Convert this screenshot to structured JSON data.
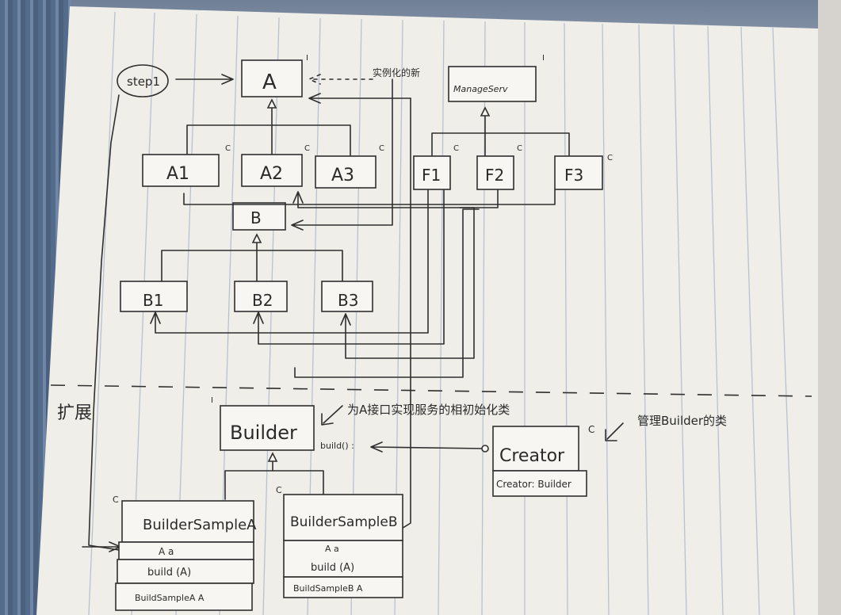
{
  "diagram": {
    "classes": {
      "A": "A",
      "manager": "ManageServ",
      "A1": "A1",
      "A2": "A2",
      "A3": "A3",
      "F1": "F1",
      "F2": "F2",
      "F3": "F3",
      "B": "B",
      "B1": "B1",
      "B2": "B2",
      "B3": "B3",
      "builder": "Builder",
      "creator": "Creator",
      "builder_sample_a": "BuilderSampleA",
      "builder_sample_b": "BuilderSampleB"
    },
    "members": {
      "creator_field": "Creator: Builder",
      "sample_a_field": "A a",
      "sample_a_method": "build (A)",
      "sample_a_footer": "BuildSampleA A",
      "sample_b_field": "A a",
      "sample_b_method": "build (A)",
      "sample_b_footer": "BuildSampleB A",
      "builder_method": "build() :"
    },
    "notes": {
      "step": "step1",
      "instantiate": "实例化的新",
      "extend": "扩展",
      "builder_note": "为A接口实现服务的相初始化类",
      "creator_note": "管理Builder的类"
    },
    "markers": {
      "interface": "I",
      "class": "C"
    }
  }
}
